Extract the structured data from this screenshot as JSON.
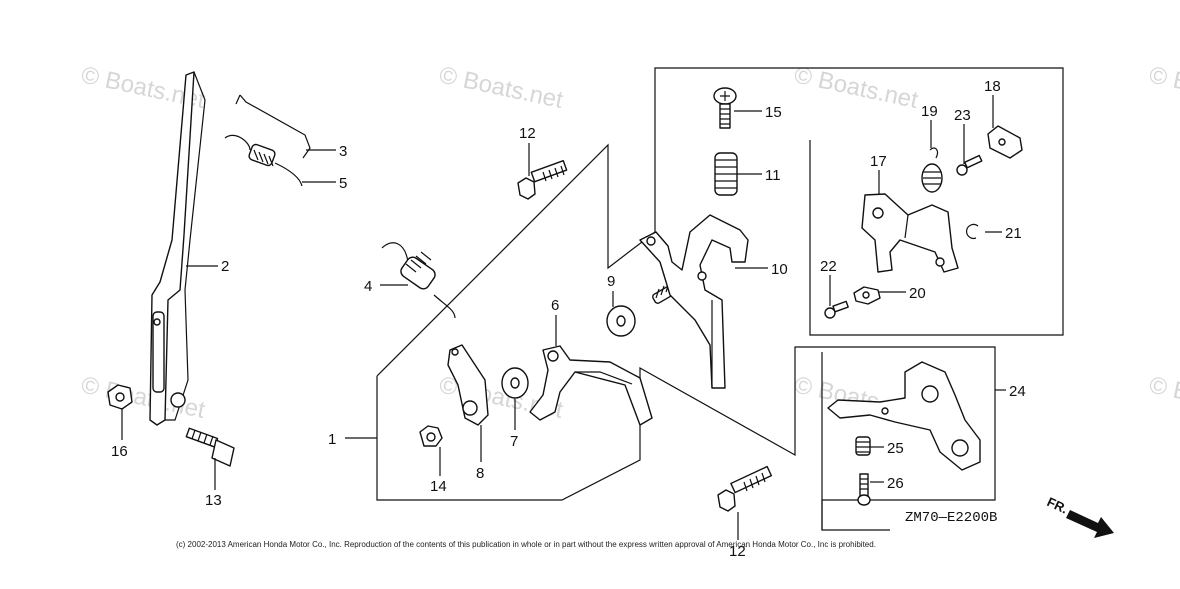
{
  "watermark": "© Boats.net",
  "diagram_code": "ZM70—E2200B",
  "direction_label": "FR.",
  "copyright": "(c) 2002-2013 American Honda Motor Co., Inc. Reproduction of the contents of this publication in whole or in part without the express written approval of American Honda Motor Co., Inc is prohibited.",
  "callouts": {
    "c1": "1",
    "c2": "2",
    "c3": "3",
    "c4": "4",
    "c5": "5",
    "c6": "6",
    "c7": "7",
    "c8": "8",
    "c9": "9",
    "c10": "10",
    "c11": "11",
    "c12a": "12",
    "c12b": "12",
    "c13": "13",
    "c14": "14",
    "c15": "15",
    "c16": "16",
    "c17": "17",
    "c18": "18",
    "c19": "19",
    "c20": "20",
    "c21": "21",
    "c22": "22",
    "c23": "23",
    "c24": "24",
    "c25": "25",
    "c26": "26"
  }
}
